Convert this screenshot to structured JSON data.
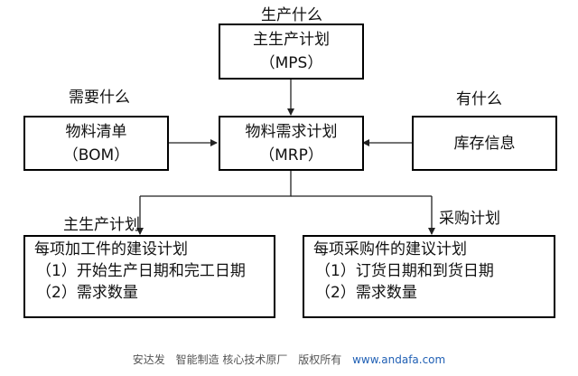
{
  "labels": {
    "what_to_produce": "生产什么",
    "what_is_needed": "需要什么",
    "what_is_available": "有什么",
    "mps_plan_label": "主生产计划",
    "purchase_plan_label": "采购计划"
  },
  "mps": {
    "title": "主生产计划",
    "abbr": "（MPS）"
  },
  "bom": {
    "title": "物料清单",
    "abbr": "（BOM）"
  },
  "mrp": {
    "title": "物料需求计划",
    "abbr": "（MRP）"
  },
  "inventory": {
    "title": "库存信息"
  },
  "manufacturing": {
    "title": "每项加工件的建设计划",
    "items": [
      "（1）开始生产日期和完工日期",
      "（2）需求数量"
    ]
  },
  "purchasing": {
    "title": "每项采购件的建议计划",
    "items": [
      "（1）订货日期和到货日期",
      "（2）需求数量"
    ]
  },
  "footer": {
    "brand": "安达发",
    "tagline": "智能制造 核心技术原厂",
    "rights": "版权所有",
    "url": "www.andafa.com"
  }
}
